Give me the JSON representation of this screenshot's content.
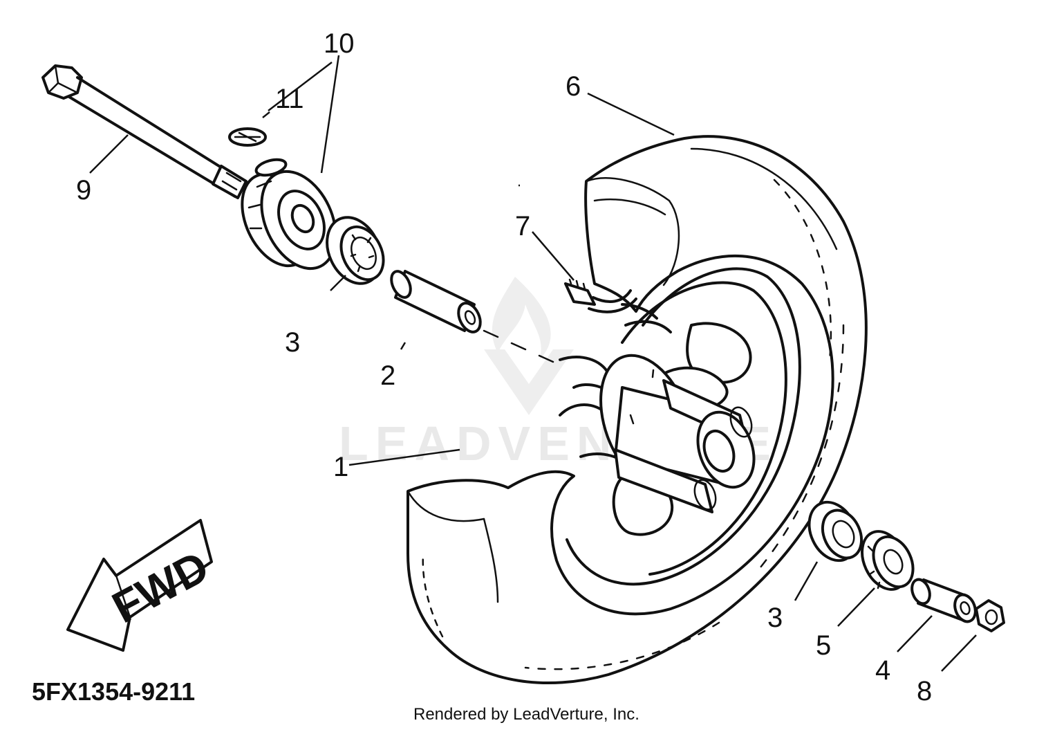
{
  "diagram": {
    "part_number": "5FX1354-9211",
    "credit": "Rendered by LeadVerture, Inc.",
    "watermark": "LEADVENTURE",
    "direction_label": "FWD",
    "callouts": {
      "c1": "1",
      "c2": "2",
      "c3a": "3",
      "c3b": "3",
      "c4": "4",
      "c5": "5",
      "c6": "6",
      "c7": "7",
      "c8": "8",
      "c9": "9",
      "c10": "10",
      "c11": "11"
    }
  }
}
